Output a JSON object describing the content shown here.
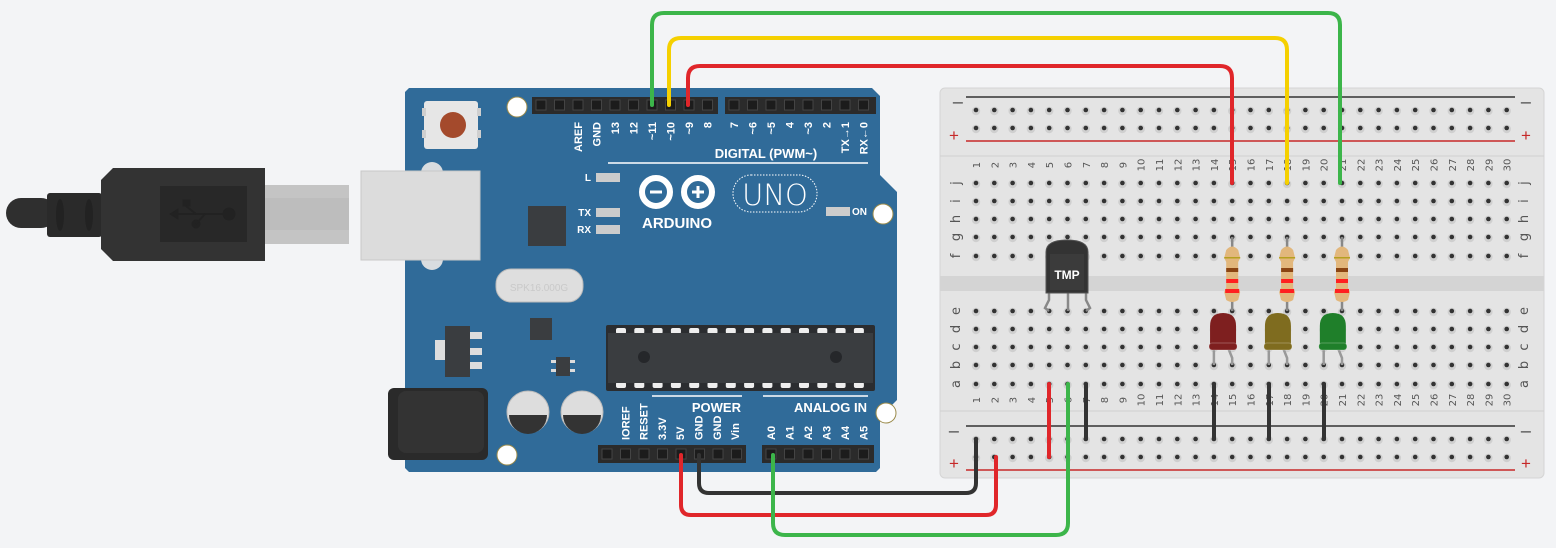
{
  "arduino": {
    "brand": "ARDUINO",
    "model": "UNO",
    "crystal": "SPK16.000G",
    "digital_label": "DIGITAL (PWM~)",
    "digital_pins": [
      "AREF",
      "GND",
      "13",
      "12",
      "~11",
      "~10",
      "~9",
      "8",
      "7",
      "~6",
      "~5",
      "4",
      "~3",
      "2",
      "TX→1",
      "RX←0"
    ],
    "power_label": "POWER",
    "power_pins": [
      "IOREF",
      "RESET",
      "3.3V",
      "5V",
      "GND",
      "GND",
      "Vin"
    ],
    "analog_label": "ANALOG IN",
    "analog_pins": [
      "A0",
      "A1",
      "A2",
      "A3",
      "A4",
      "A5"
    ],
    "led_l": "L",
    "led_tx": "TX",
    "led_rx": "RX",
    "led_on": "ON",
    "board_color": "#306b99"
  },
  "breadboard": {
    "column_labels": [
      "1",
      "2",
      "3",
      "4",
      "5",
      "6",
      "7",
      "8",
      "9",
      "10",
      "11",
      "12",
      "13",
      "14",
      "15",
      "16",
      "17",
      "18",
      "19",
      "20",
      "21",
      "22",
      "23",
      "24",
      "25",
      "26",
      "27",
      "28",
      "29",
      "30"
    ],
    "rows_top": [
      "j",
      "i",
      "h",
      "g",
      "f"
    ],
    "rows_bottom": [
      "e",
      "d",
      "c",
      "b",
      "a"
    ],
    "rail_minus": "−",
    "rail_plus": "+"
  },
  "sensor": {
    "label": "TMP"
  },
  "leds": [
    {
      "color": "red",
      "hex": "#7e1f1f"
    },
    {
      "color": "yellow",
      "hex": "#7f6c1f"
    },
    {
      "color": "green",
      "hex": "#1f7f2a"
    }
  ],
  "wire_colors": {
    "red": "#e0262a",
    "yellow": "#f5d000",
    "green": "#3cb54a",
    "black": "#333333"
  },
  "usb_icon": "usb-icon"
}
